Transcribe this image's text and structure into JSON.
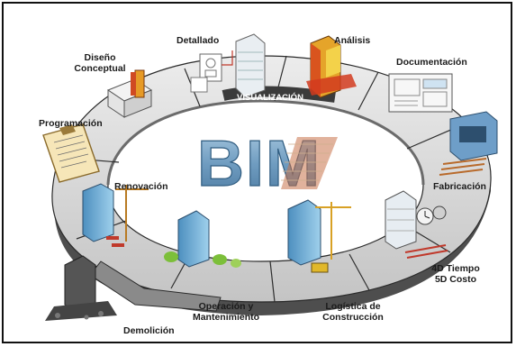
{
  "diagram": {
    "center_title": "BIM",
    "ring_caption": "VISUALIZACIÓN",
    "stages": [
      {
        "id": "diseno",
        "label": "Diseño\nConceptual"
      },
      {
        "id": "detallado",
        "label": "Detallado"
      },
      {
        "id": "analisis",
        "label": "Análisis"
      },
      {
        "id": "documentacion",
        "label": "Documentación"
      },
      {
        "id": "programacion",
        "label": "Programación"
      },
      {
        "id": "fabricacion",
        "label": "Fabricación"
      },
      {
        "id": "renovacion",
        "label": "Renovación"
      },
      {
        "id": "costo",
        "label": "4D Tiempo\n5D Costo"
      },
      {
        "id": "operacion",
        "label": "Operación y\nMantenimiento"
      },
      {
        "id": "logistica",
        "label": "Logística de\nConstrucción"
      },
      {
        "id": "demolicion",
        "label": "Demolición"
      }
    ],
    "colors": {
      "ring_top": "#d9d9d9",
      "ring_side": "#5a5a5a",
      "ring_outline": "#2a2a2a",
      "bim_blue": "#7aa7c7",
      "bim_dark": "#3d6a8c",
      "accent_orange": "#e2881c",
      "accent_red": "#c0392b",
      "building_blue": "#6fb0d8"
    }
  }
}
